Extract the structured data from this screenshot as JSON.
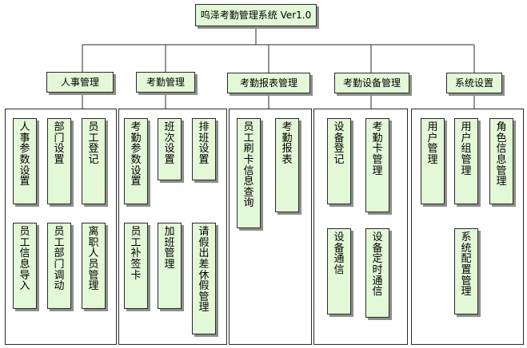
{
  "root": {
    "label": "呜泽考勤管理系统 Ver1.0"
  },
  "categories": [
    {
      "label": "人事管理",
      "items": [
        "人事参数设置",
        "部门设置",
        "员工登记",
        "员工信息导入",
        "员工部门调动",
        "离职人员管理"
      ]
    },
    {
      "label": "考勤管理",
      "items": [
        "考勤参数设置",
        "班次设置",
        "排班设置",
        "员工补签卡",
        "加班管理",
        "请假出差休假管理"
      ]
    },
    {
      "label": "考勤报表管理",
      "items": [
        "员工刷卡信息查询",
        "考勤报表"
      ]
    },
    {
      "label": "考勤设备管理",
      "items": [
        "设备登记",
        "考勤卡管理",
        "设备通信",
        "设备定时通信"
      ]
    },
    {
      "label": "系统设置",
      "items": [
        "用户管理",
        "用户组管理",
        "角色信息管理",
        "系统配置管理"
      ]
    }
  ]
}
